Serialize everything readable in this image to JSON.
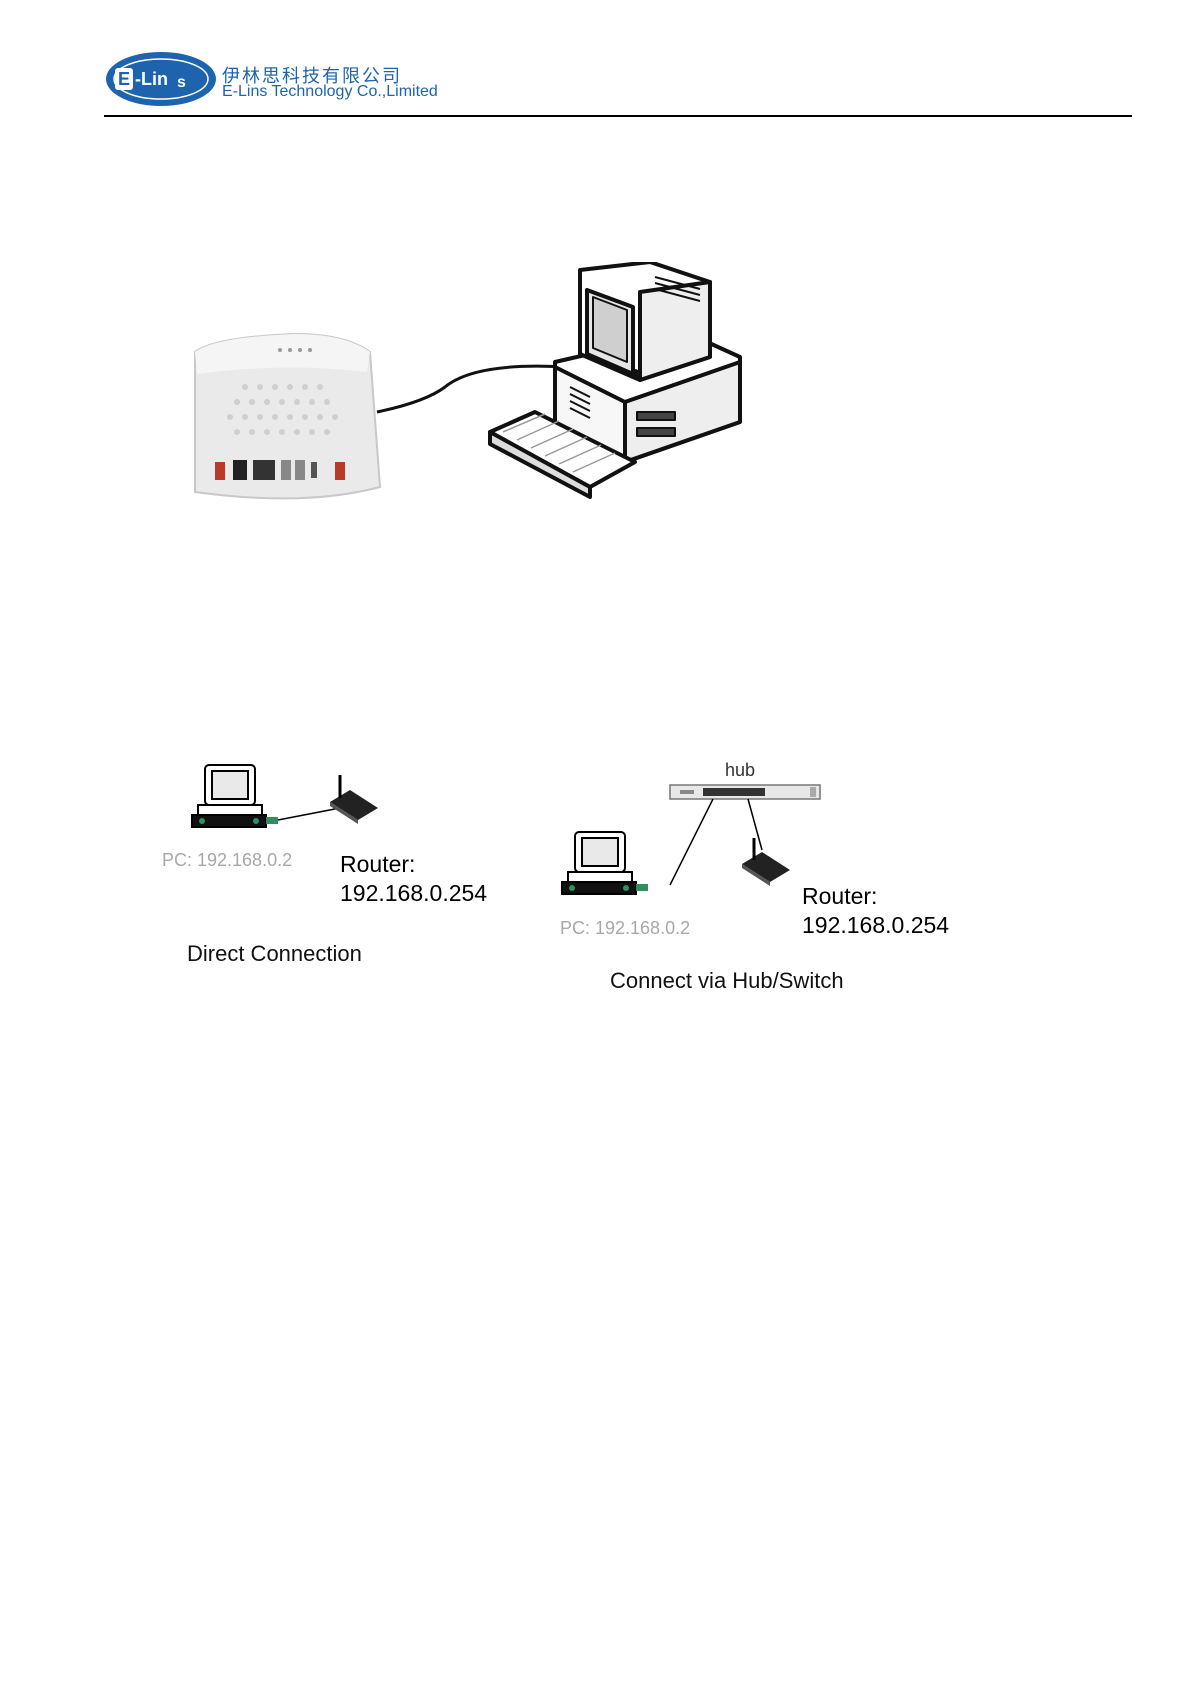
{
  "header": {
    "logo_mark_text": "E-Lins",
    "company_name_cn": "伊林思科技有限公司",
    "company_name_en": "E-Lins Technology Co.,Limited"
  },
  "figure_direct": {
    "pc_label": "PC: 192.168.0.2",
    "router_label_line1": "Router:",
    "router_label_line2": "192.168.0.254",
    "caption": "Direct Connection"
  },
  "figure_hub": {
    "hub_label": "hub",
    "pc_label": "PC: 192.168.0.2",
    "router_label_line1": "Router:",
    "router_label_line2": "192.168.0.254",
    "caption": "Connect via Hub/Switch"
  },
  "colors": {
    "brand_blue": "#1d63ad",
    "pc_label_gray": "#a8a8a8"
  }
}
